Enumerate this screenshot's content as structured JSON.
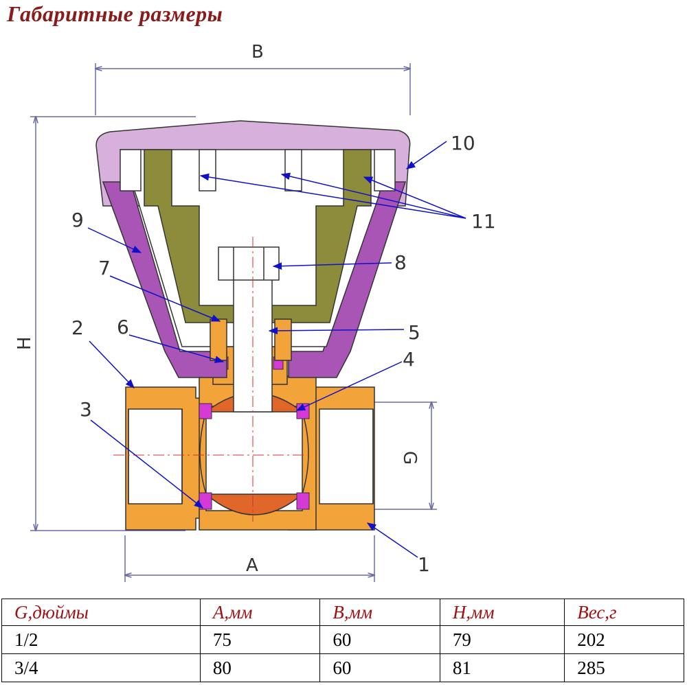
{
  "title": "Габаритные размеры",
  "dimensions": {
    "B": "B",
    "H": "H",
    "G": "G",
    "A": "A"
  },
  "callouts": [
    "1",
    "2",
    "3",
    "4",
    "5",
    "6",
    "7",
    "8",
    "9",
    "10",
    "11"
  ],
  "colors": {
    "title": "#8b1a1a",
    "header_text": "#a01010",
    "handle_cap": "#d8b0dc",
    "handle_body": "#a855b6",
    "stem_nut": "#8c8c3a",
    "brass": "#f2a33a",
    "ball": "#e0662a",
    "seal": "#d63ad6",
    "arrow": "#1010c8",
    "dim_line": "#6a6aa8"
  },
  "table": {
    "headers": [
      "G,дюймы",
      "A,мм",
      "B,мм",
      "H,мм",
      "Вес,г"
    ],
    "rows": [
      [
        "1/2",
        "75",
        "60",
        "79",
        "202"
      ],
      [
        "3/4",
        "80",
        "60",
        "81",
        "285"
      ]
    ]
  }
}
